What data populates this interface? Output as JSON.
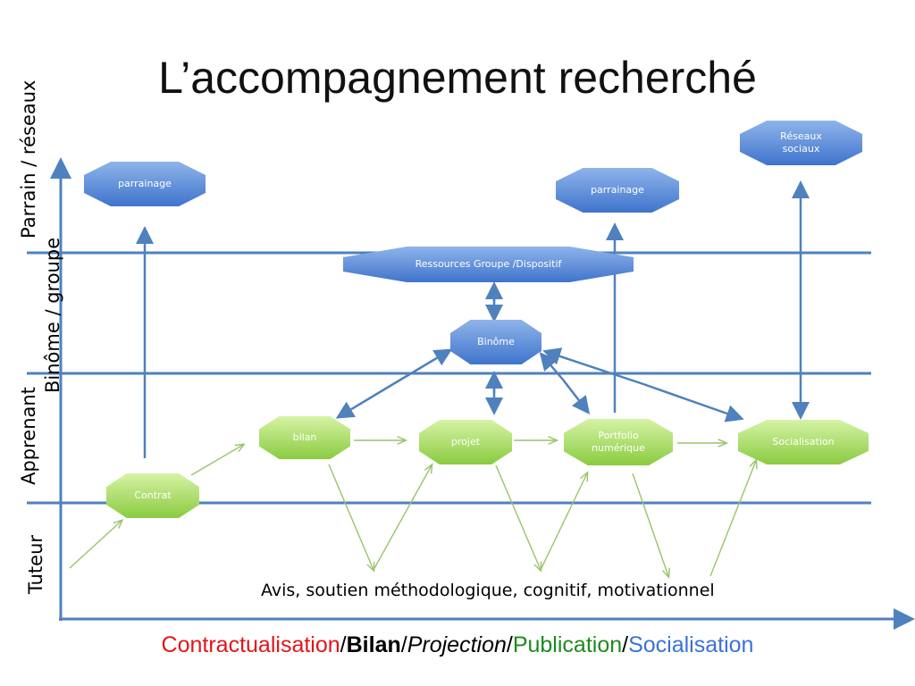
{
  "title": "L’accompagnement recherché",
  "levels": {
    "parrain": "Parrain / réseaux",
    "binome": "Binôme / groupe",
    "apprenant": "Apprenant",
    "tuteur": "Tuteur"
  },
  "nodes": {
    "parrainage_left": "parrainage",
    "parrainage_right": "parrainage",
    "reseaux": "Réseaux sociaux",
    "ressources": "Ressources Groupe /Dispositif",
    "binome": "Binôme",
    "bilan": "bilan",
    "projet": "projet",
    "portfolio": "Portfolio numérique",
    "socialisation": "Socialisation",
    "contrat": "Contrat"
  },
  "avis": "Avis, soutien méthodologique, cognitif, motivationnel",
  "phases": {
    "contractualisation": "Contractualisation",
    "bilan": "Bilan",
    "projection": "Projection",
    "publication": "Publication",
    "socialisation": "Socialisation",
    "sep": "/"
  },
  "colors": {
    "blue_line": "#4f81bd",
    "green_line": "#9bc36b",
    "node_blue": "#4f81d6",
    "node_green": "#9bd34f"
  }
}
